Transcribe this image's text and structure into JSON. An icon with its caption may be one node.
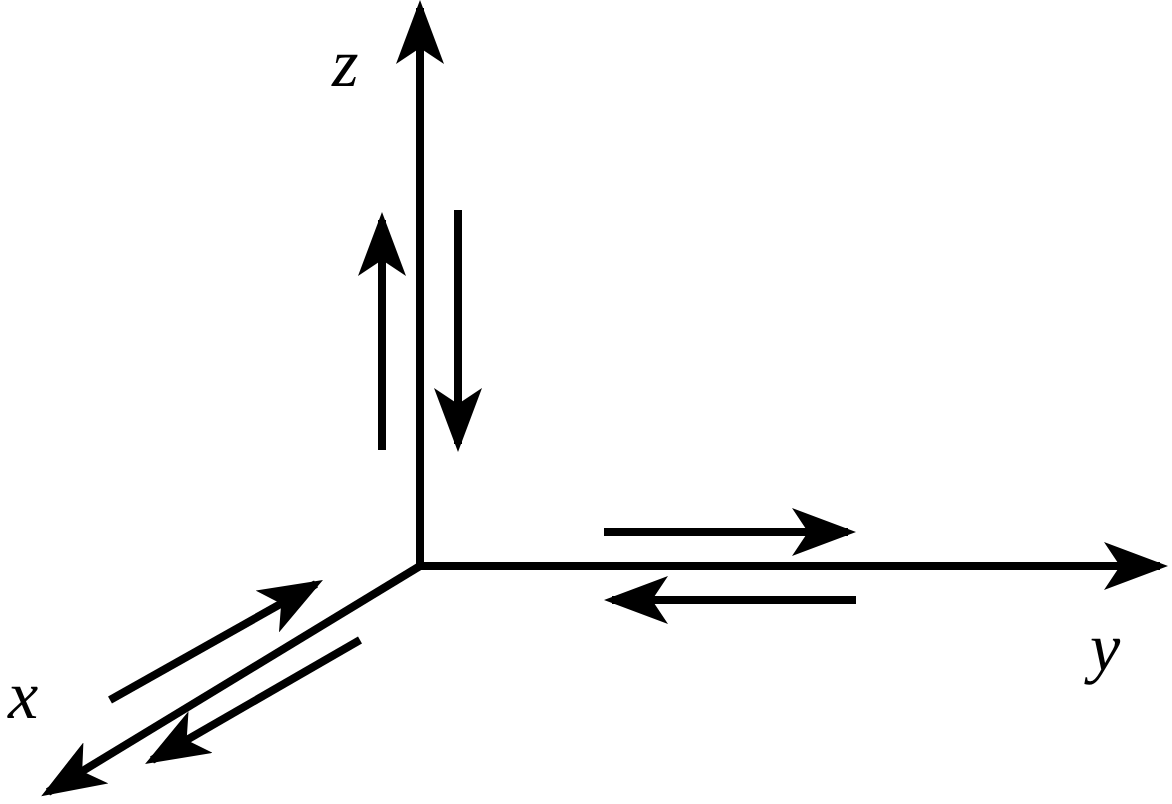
{
  "diagram": {
    "labels": [
      "z",
      "y",
      "x"
    ]
  }
}
